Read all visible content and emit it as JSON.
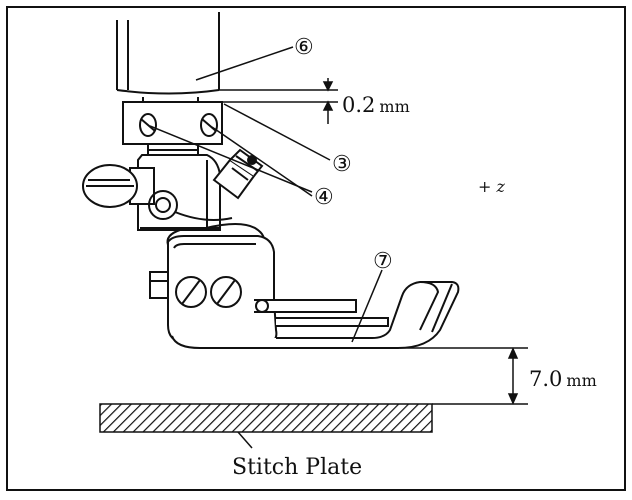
{
  "diagram": {
    "callouts": {
      "c6": "⑥",
      "c3": "③",
      "c4": "④",
      "c7": "⑦"
    },
    "measurements": {
      "gap_value": "0.2",
      "gap_unit": "mm",
      "height_value": "7.0",
      "height_unit": "mm"
    },
    "caption": "Stitch Plate",
    "stray_marks": "+ z"
  }
}
